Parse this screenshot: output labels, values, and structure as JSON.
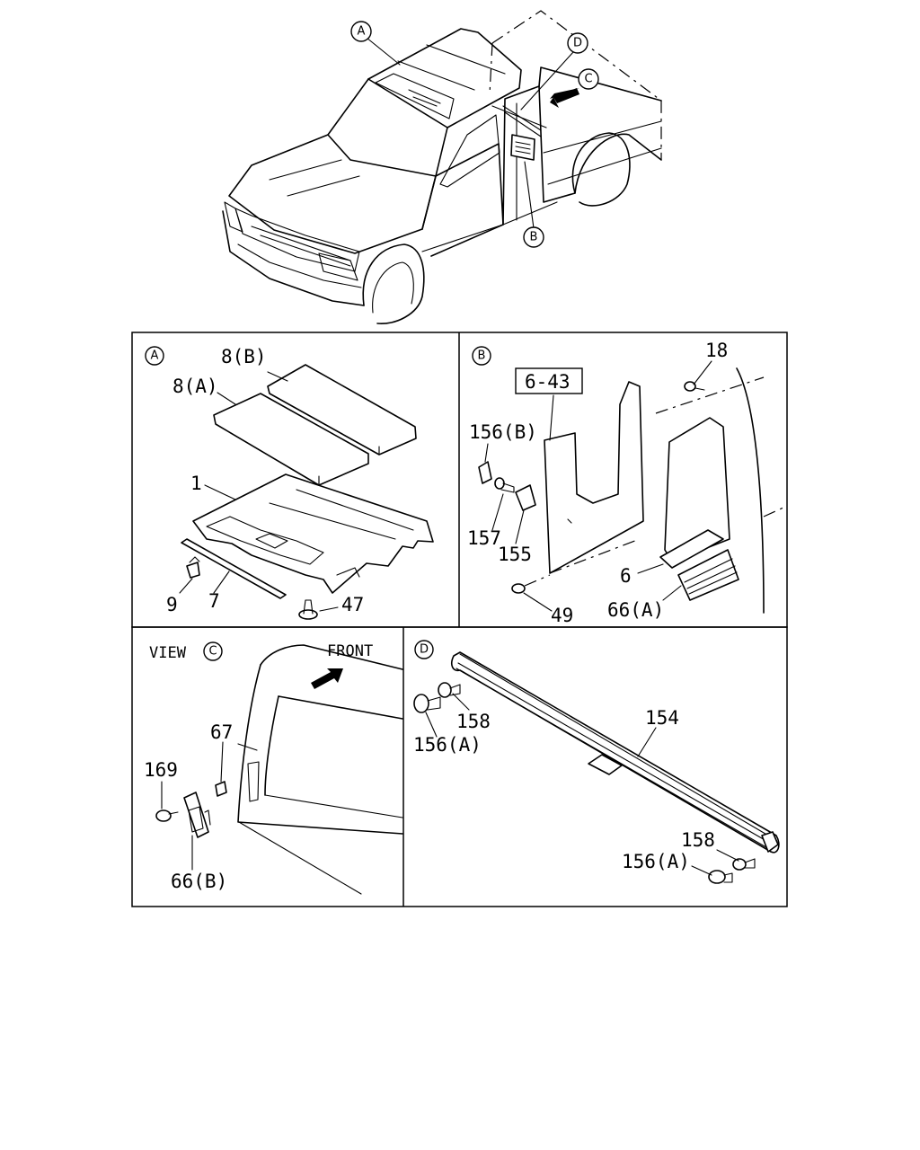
{
  "callouts": {
    "A": "A",
    "B": "B",
    "C": "C",
    "D": "D"
  },
  "panels": {
    "a": {
      "letter": "A",
      "labels": {
        "p8b": "8(B)",
        "p8a": "8(A)",
        "p1": "1",
        "p9": "9",
        "p7": "7",
        "p47": "47"
      }
    },
    "b": {
      "letter": "B",
      "ref_box": "6-43",
      "labels": {
        "p18": "18",
        "p156b": "156(B)",
        "p157": "157",
        "p155": "155",
        "p6": "6",
        "p49": "49",
        "p66a": "66(A)"
      }
    },
    "c": {
      "view_text": "VIEW",
      "letter": "C",
      "front_text": "FRONT",
      "labels": {
        "p67": "67",
        "p169": "169",
        "p66b": "66(B)"
      }
    },
    "d": {
      "letter": "D",
      "labels": {
        "p158a": "158",
        "p156a1": "156(A)",
        "p154": "154",
        "p158b": "158",
        "p156a2": "156(A)"
      }
    }
  }
}
